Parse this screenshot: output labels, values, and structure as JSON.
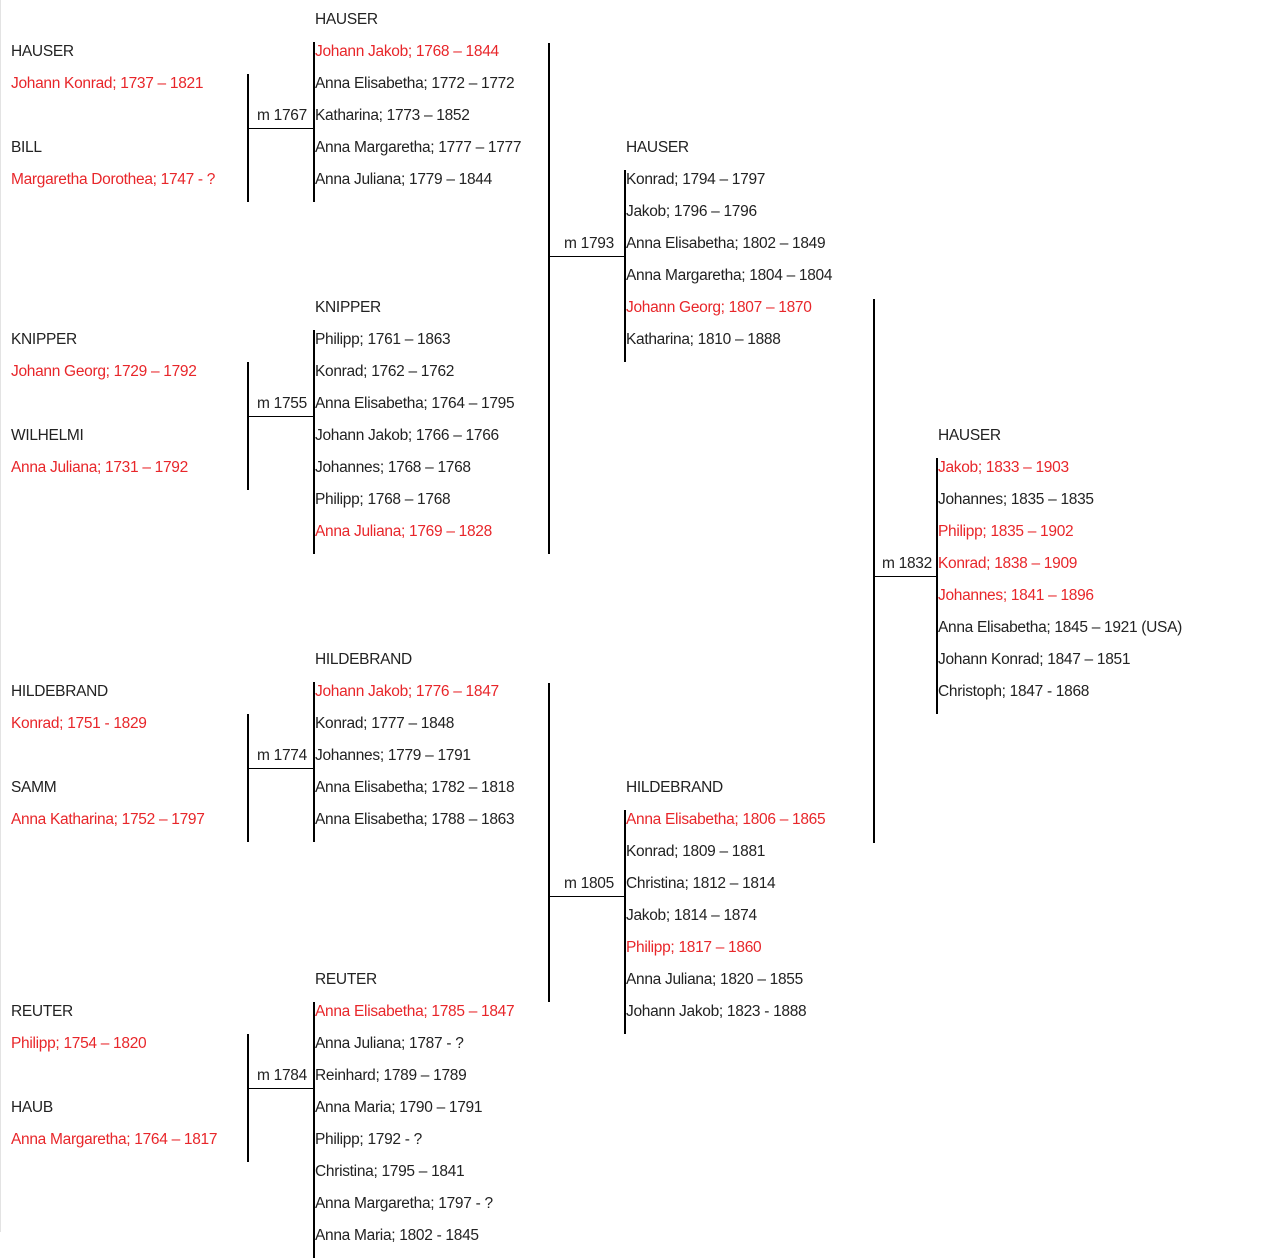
{
  "colors": {
    "highlight": "#e8262a",
    "text": "#222222",
    "line": "#000000"
  },
  "couples": [
    {
      "id": "hauser1767",
      "husband_family": "HAUSER",
      "husband": "Johann Konrad; 1737 – 1821",
      "wife_family": "BILL",
      "wife": "Margaretha Dorothea; 1747 - ?",
      "marriage": "m 1767",
      "children_family": "HAUSER",
      "children": [
        {
          "name": "Johann Jakob; 1768 – 1844",
          "highlight": true
        },
        {
          "name": "Anna Elisabetha; 1772 – 1772",
          "highlight": false
        },
        {
          "name": "Katharina; 1773 – 1852",
          "highlight": false
        },
        {
          "name": "Anna Margaretha; 1777 – 1777",
          "highlight": false
        },
        {
          "name": "Anna Juliana; 1779 – 1844",
          "highlight": false
        }
      ]
    },
    {
      "id": "knipper1755",
      "husband_family": "KNIPPER",
      "husband": "Johann Georg; 1729 – 1792",
      "wife_family": "WILHELMI",
      "wife": "Anna Juliana; 1731 – 1792",
      "marriage": "m 1755",
      "children_family": "KNIPPER",
      "children": [
        {
          "name": "Philipp; 1761 – 1863",
          "highlight": false
        },
        {
          "name": "Konrad; 1762 – 1762",
          "highlight": false
        },
        {
          "name": "Anna Elisabetha; 1764 – 1795",
          "highlight": false
        },
        {
          "name": "Johann Jakob; 1766 – 1766",
          "highlight": false
        },
        {
          "name": "Johannes; 1768 – 1768",
          "highlight": false
        },
        {
          "name": "Philipp; 1768 – 1768",
          "highlight": false
        },
        {
          "name": "Anna Juliana; 1769 – 1828",
          "highlight": true
        }
      ]
    },
    {
      "id": "hildebrand1774",
      "husband_family": "HILDEBRAND",
      "husband": "Konrad; 1751 - 1829",
      "wife_family": "SAMM",
      "wife": "Anna Katharina; 1752 – 1797",
      "marriage": "m 1774",
      "children_family": "HILDEBRAND",
      "children": [
        {
          "name": "Johann Jakob; 1776 – 1847",
          "highlight": true
        },
        {
          "name": "Konrad; 1777 – 1848",
          "highlight": false
        },
        {
          "name": "Johannes; 1779 – 1791",
          "highlight": false
        },
        {
          "name": "Anna Elisabetha; 1782 – 1818",
          "highlight": false
        },
        {
          "name": "Anna Elisabetha; 1788 – 1863",
          "highlight": false
        }
      ]
    },
    {
      "id": "reuter1784",
      "husband_family": "REUTER",
      "husband": "Philipp; 1754 – 1820",
      "wife_family": "HAUB",
      "wife": "Anna Margaretha; 1764 – 1817",
      "marriage": "m 1784",
      "children_family": "REUTER",
      "children": [
        {
          "name": "Anna Elisabetha; 1785 – 1847",
          "highlight": true
        },
        {
          "name": "Anna Juliana; 1787 - ?",
          "highlight": false
        },
        {
          "name": "Reinhard; 1789 – 1789",
          "highlight": false
        },
        {
          "name": "Anna Maria; 1790 – 1791",
          "highlight": false
        },
        {
          "name": "Philipp; 1792 - ?",
          "highlight": false
        },
        {
          "name": "Christina; 1795 – 1841",
          "highlight": false
        },
        {
          "name": "Anna Margaretha; 1797 - ?",
          "highlight": false
        },
        {
          "name": "Anna Maria; 1802 - 1845",
          "highlight": false
        }
      ]
    }
  ],
  "second_generation": [
    {
      "id": "hauser1793",
      "marriage": "m 1793",
      "children_family": "HAUSER",
      "children": [
        {
          "name": "Konrad; 1794 – 1797",
          "highlight": false
        },
        {
          "name": "Jakob; 1796 – 1796",
          "highlight": false
        },
        {
          "name": "Anna Elisabetha; 1802 – 1849",
          "highlight": false
        },
        {
          "name": "Anna Margaretha; 1804 – 1804",
          "highlight": false
        },
        {
          "name": "Johann Georg; 1807 – 1870",
          "highlight": true
        },
        {
          "name": "Katharina; 1810 – 1888",
          "highlight": false
        }
      ]
    },
    {
      "id": "hildebrand1805",
      "marriage": "m 1805",
      "children_family": "HILDEBRAND",
      "children": [
        {
          "name": "Anna Elisabetha; 1806 – 1865",
          "highlight": true
        },
        {
          "name": "Konrad; 1809 – 1881",
          "highlight": false
        },
        {
          "name": "Christina; 1812 – 1814",
          "highlight": false
        },
        {
          "name": "Jakob; 1814 – 1874",
          "highlight": false
        },
        {
          "name": "Philipp; 1817 – 1860",
          "highlight": true
        },
        {
          "name": "Anna Juliana; 1820 – 1855",
          "highlight": false
        },
        {
          "name": "Johann Jakob; 1823 - 1888",
          "highlight": false
        }
      ]
    }
  ],
  "third_generation": {
    "id": "hauser1832",
    "marriage": "m 1832",
    "children_family": "HAUSER",
    "children": [
      {
        "name": "Jakob; 1833 – 1903",
        "highlight": true
      },
      {
        "name": "Johannes; 1835 – 1835",
        "highlight": false
      },
      {
        "name": "Philipp; 1835 – 1902",
        "highlight": true
      },
      {
        "name": "Konrad; 1838 – 1909",
        "highlight": true
      },
      {
        "name": "Johannes; 1841 – 1896",
        "highlight": true
      },
      {
        "name": "Anna Elisabetha; 1845 – 1921 (USA)",
        "highlight": false
      },
      {
        "name": "Johann Konrad; 1847 – 1851",
        "highlight": false
      },
      {
        "name": "Christoph; 1847 - 1868",
        "highlight": false
      }
    ]
  }
}
